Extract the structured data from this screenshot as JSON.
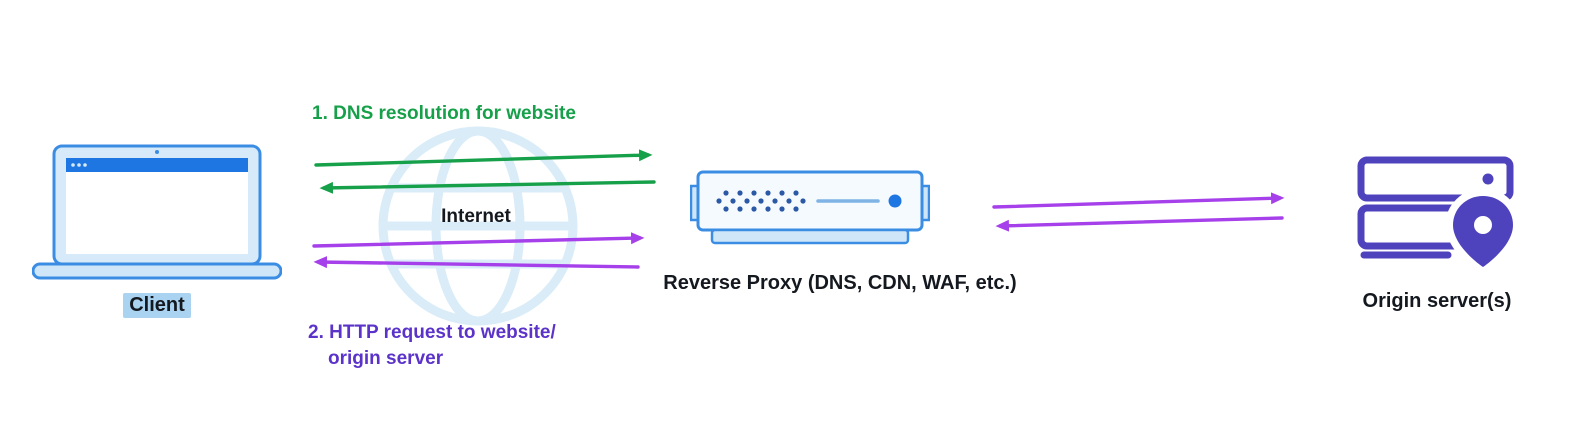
{
  "canvas": {
    "bg": "#ffffff"
  },
  "colors": {
    "green": "#17a04a",
    "violet": "#a640ea",
    "indigo-text": "#5b33c9",
    "blue-border": "#3b8de4",
    "blue-dark": "#1d76e2",
    "blue-light": "#d7eaf9",
    "blue-lighter": "#cfe6f8",
    "globe": "#d9ecf8",
    "dot-navy": "#2b59a6",
    "origin-purple": "#4f43bd",
    "label-dark": "#14181f",
    "client-highlight": "#a9d3f1"
  },
  "icons": {
    "client": "laptop-icon",
    "internet": "globe-icon",
    "reverse_proxy": "proxy-appliance-icon",
    "origin": "server-stack-location-pin-icon"
  },
  "nodes": {
    "client": {
      "label": "Client"
    },
    "internet": {
      "label": "Internet"
    },
    "reverse_proxy": {
      "label": "Reverse Proxy (DNS, CDN, WAF, etc.)"
    },
    "origin": {
      "label": "Origin server(s)"
    }
  },
  "flows": {
    "dns": {
      "label": "1. DNS resolution for website"
    },
    "http": {
      "line1": "2. HTTP request to website/",
      "line2": "origin server"
    }
  }
}
